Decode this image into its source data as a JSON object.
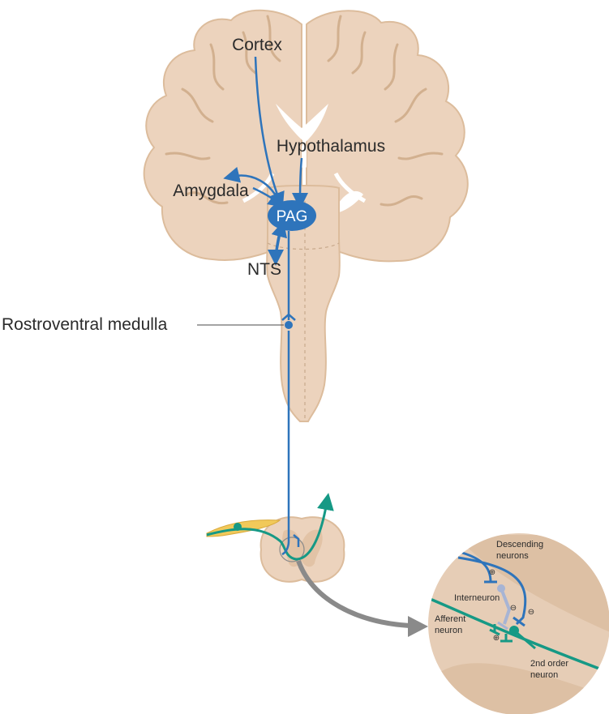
{
  "labels": {
    "cortex": "Cortex",
    "hypothalamus": "Hypothalamus",
    "amygdala": "Amygdala",
    "pag": "PAG",
    "nts": "NTS",
    "rvm": "Rostroventral medulla"
  },
  "inset": {
    "descending": [
      "Descending",
      "neurons"
    ],
    "interneuron": "Interneuron",
    "afferent": [
      "Afferent",
      "neuron"
    ],
    "second_order": [
      "2nd order",
      "neuron"
    ],
    "plus_sign": "⊕",
    "minus_sign": "⊖"
  },
  "colors": {
    "tissue": "#ecd3bd",
    "tissue_dark": "#d9b896",
    "descending_blue": "#2e74bb",
    "afferent_green": "#169985",
    "interneuron": "#a7b4d4",
    "arrow_gray": "#8a8a8a",
    "inset_bg": "#e6cdb6"
  }
}
